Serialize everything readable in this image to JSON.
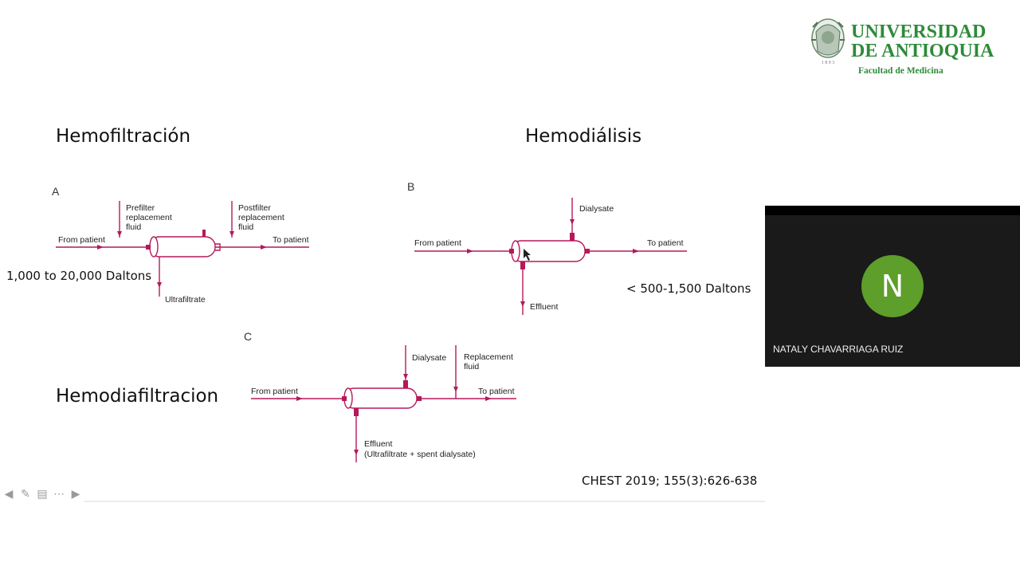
{
  "slide": {
    "headings": {
      "hemofiltration": "Hemofiltración",
      "hemodialysis": "Hemodiálisis",
      "hemodiafiltration": "Hemodiafiltracion"
    },
    "notes": {
      "range_a": "1,000 to 20,000 Daltons",
      "range_b": "< 500-1,500 Daltons",
      "citation": "CHEST 2019; 155(3):626-638"
    },
    "figures": {
      "a": {
        "letter": "A",
        "prefilter_1": "Prefilter",
        "prefilter_2": "replacement",
        "prefilter_3": "fluid",
        "postfilter_1": "Postfilter",
        "postfilter_2": "replacement",
        "postfilter_3": "fluid",
        "from_patient": "From patient",
        "to_patient": "To patient",
        "ultrafiltrate": "Ultrafiltrate"
      },
      "b": {
        "letter": "B",
        "dialysate": "Dialysate",
        "from_patient": "From patient",
        "to_patient": "To patient",
        "effluent": "Effluent"
      },
      "c": {
        "letter": "C",
        "dialysate": "Dialysate",
        "replacement_1": "Replacement",
        "replacement_2": "fluid",
        "from_patient": "From patient",
        "to_patient": "To patient",
        "effluent_1": "Effluent",
        "effluent_2": "(Ultrafiltrate + spent dialysate)"
      }
    }
  },
  "logo": {
    "line1": "UNIVERSIDAD",
    "line2": "DE ANTIOQUIA",
    "faculty": "Facultad de Medicina",
    "seal_year": "1 8 0 3"
  },
  "video": {
    "avatar_letter": "N",
    "participant_name": "NATALY CHAVARRIAGA RUIZ"
  },
  "nav_icons": [
    "prev-arrow-icon",
    "pen-icon",
    "slides-icon",
    "more-icon",
    "next-arrow-icon"
  ],
  "colors": {
    "diagram": "#b5195a",
    "logo_green": "#2e8a3a",
    "avatar": "#5e9e2a"
  }
}
